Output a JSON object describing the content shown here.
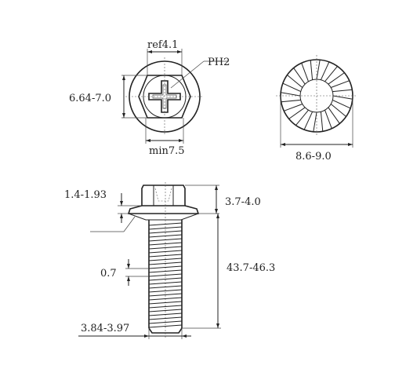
{
  "drawing": {
    "top_view": {
      "head_width": "ref4.1",
      "drive": "PH2",
      "across_flats": "6.64-7.0",
      "min_diameter": "min7.5"
    },
    "bottom_view": {
      "flange_diameter": "8.6-9.0"
    },
    "side_view": {
      "flange_thickness": "1.4-1.93",
      "head_height": "3.7-4.0",
      "thread_pitch": "0.7",
      "total_length": "43.7-46.3",
      "thread_diameter": "3.84-3.97"
    }
  }
}
